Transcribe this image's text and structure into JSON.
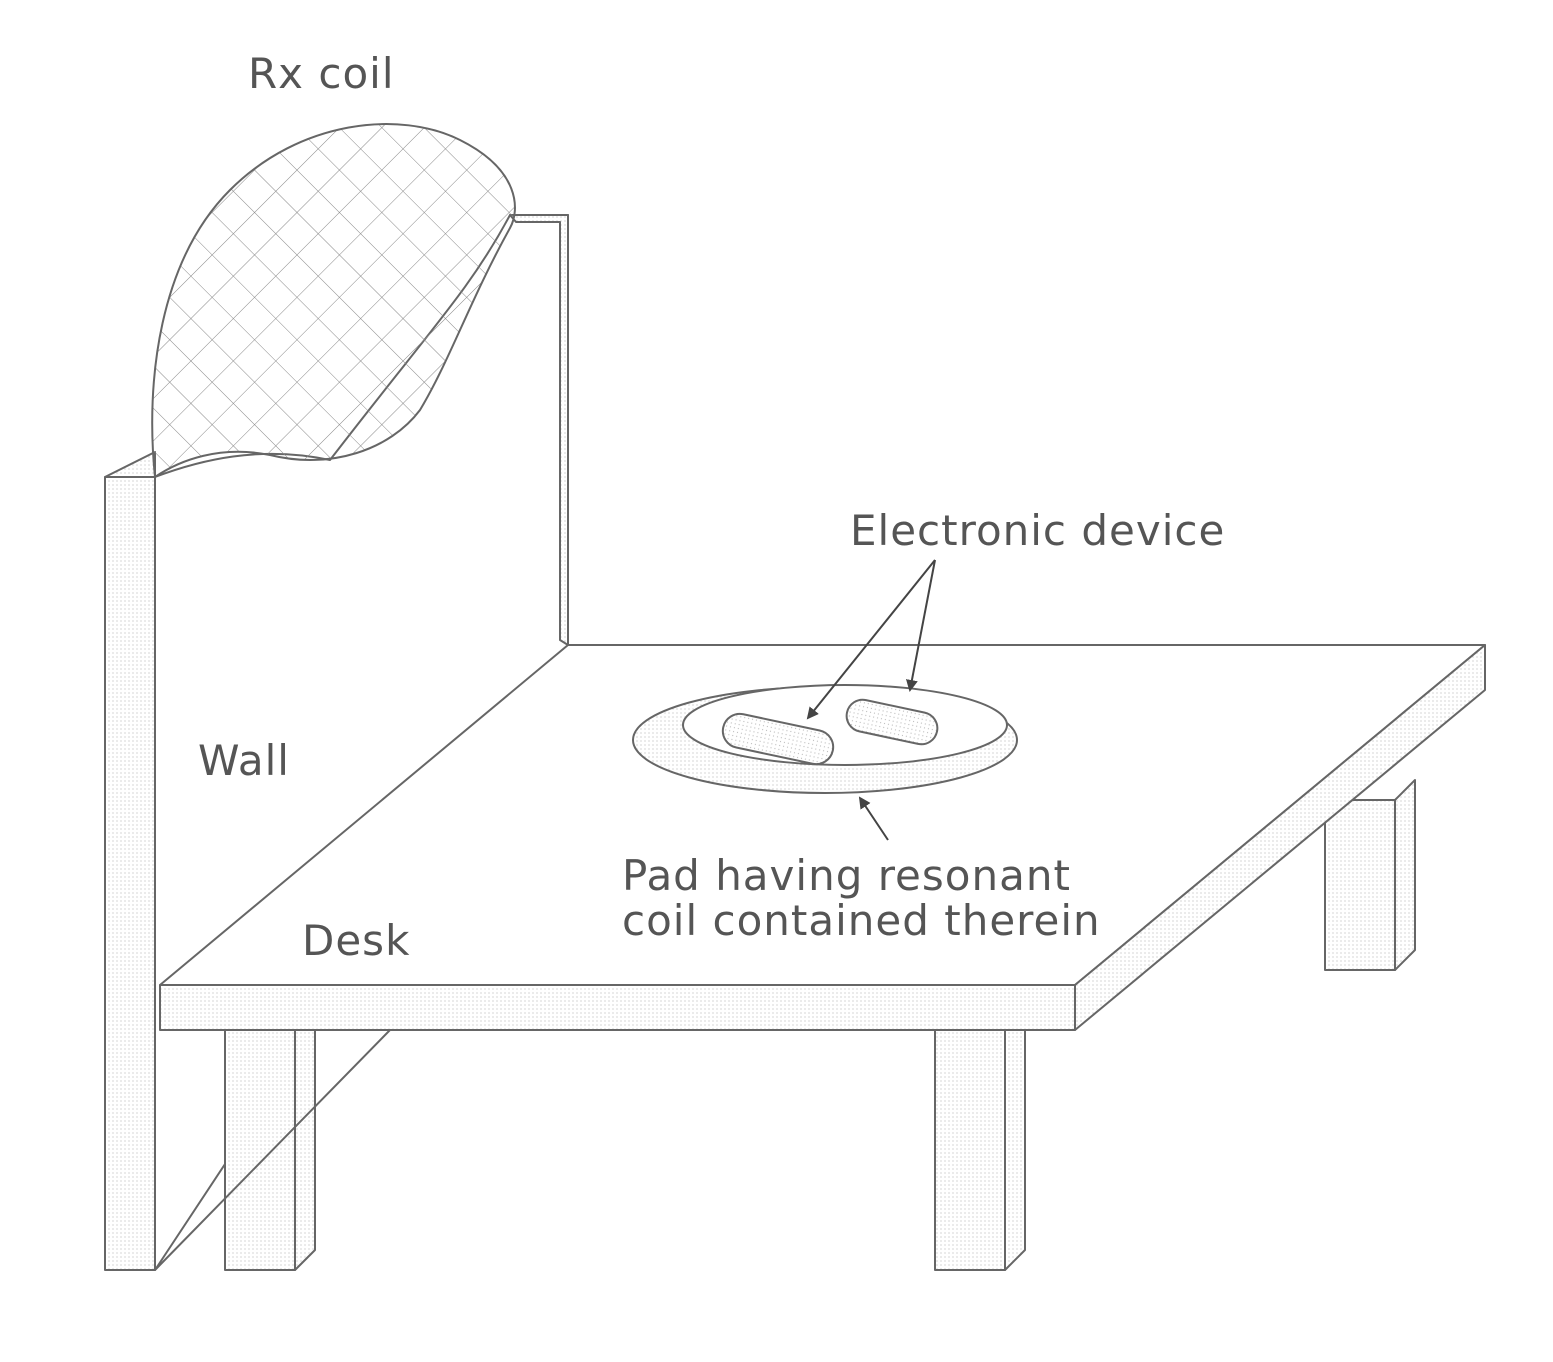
{
  "labels": {
    "rx_coil": "Rx coil",
    "wall": "Wall",
    "desk": "Desk",
    "electronic_device": "Electronic device",
    "pad_line1": "Pad having resonant",
    "pad_line2": "coil contained therein"
  },
  "colors": {
    "background": "#ffffff",
    "line": "#666666",
    "text": "#555555"
  }
}
